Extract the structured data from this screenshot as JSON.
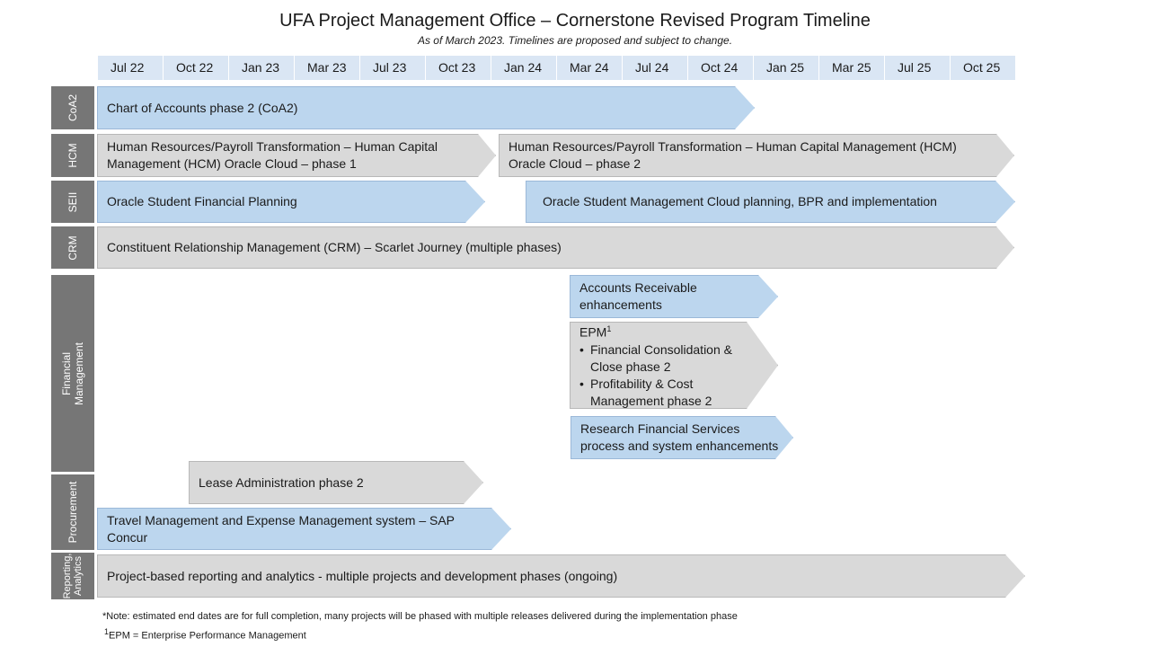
{
  "header": {
    "title": "UFA Project Management Office – Cornerstone Revised Program Timeline",
    "subtitle": "As of March 2023. Timelines are proposed and subject to change."
  },
  "timeline": {
    "quarters": [
      "Jul 22",
      "Oct 22",
      "Jan 23",
      "Mar 23",
      "Jul 23",
      "Oct 23",
      "Jan 24",
      "Mar 24",
      "Jul 24",
      "Oct 24",
      "Jan 25",
      "Mar 25",
      "Jul 25",
      "Oct 25"
    ]
  },
  "rows": [
    {
      "id": "coa2",
      "label": "CoA2"
    },
    {
      "id": "hcm",
      "label": "HCM"
    },
    {
      "id": "seii",
      "label": "SEII"
    },
    {
      "id": "crm",
      "label": "CRM"
    },
    {
      "id": "fin",
      "label": "Financial\nManagement"
    },
    {
      "id": "proc",
      "label": "Procurement"
    },
    {
      "id": "rep",
      "label": "Reporting,\nAnalytics"
    }
  ],
  "bars": {
    "coa2": "Chart of Accounts phase 2 (CoA2)",
    "hcm1": "Human Resources/Payroll Transformation – Human Capital Management (HCM) Oracle Cloud – phase 1",
    "hcm2": "Human Resources/Payroll Transformation – Human Capital Management (HCM) Oracle Cloud – phase 2",
    "seii1": "Oracle Student Financial Planning",
    "seii2": "Oracle Student Management Cloud planning, BPR and implementation",
    "crm": "Constituent Relationship Management (CRM) – Scarlet Journey (multiple phases)",
    "ar": "Accounts Receivable enhancements",
    "epm_title": "EPM",
    "epm_sup": "1",
    "epm_items": [
      "Financial Consolidation & Close phase 2",
      "Profitability & Cost Management phase 2"
    ],
    "rfs": "Research Financial Services process and system enhancements",
    "lease": "Lease Administration phase 2",
    "travel": "Travel Management and Expense Management system – SAP Concur",
    "reporting": "Project-based reporting and analytics - multiple projects and development phases (ongoing)"
  },
  "footer": {
    "note": "*Note:  estimated end dates are for full completion, many projects will be phased with multiple releases delivered during the implementation phase",
    "epm_sup": "1",
    "epm_def": "EPM = Enterprise Performance Management"
  },
  "colors": {
    "blue": "#bcd6ee",
    "grey": "#d9d9d9",
    "label_bg": "#767676",
    "header_bg": "#dae6f4"
  }
}
